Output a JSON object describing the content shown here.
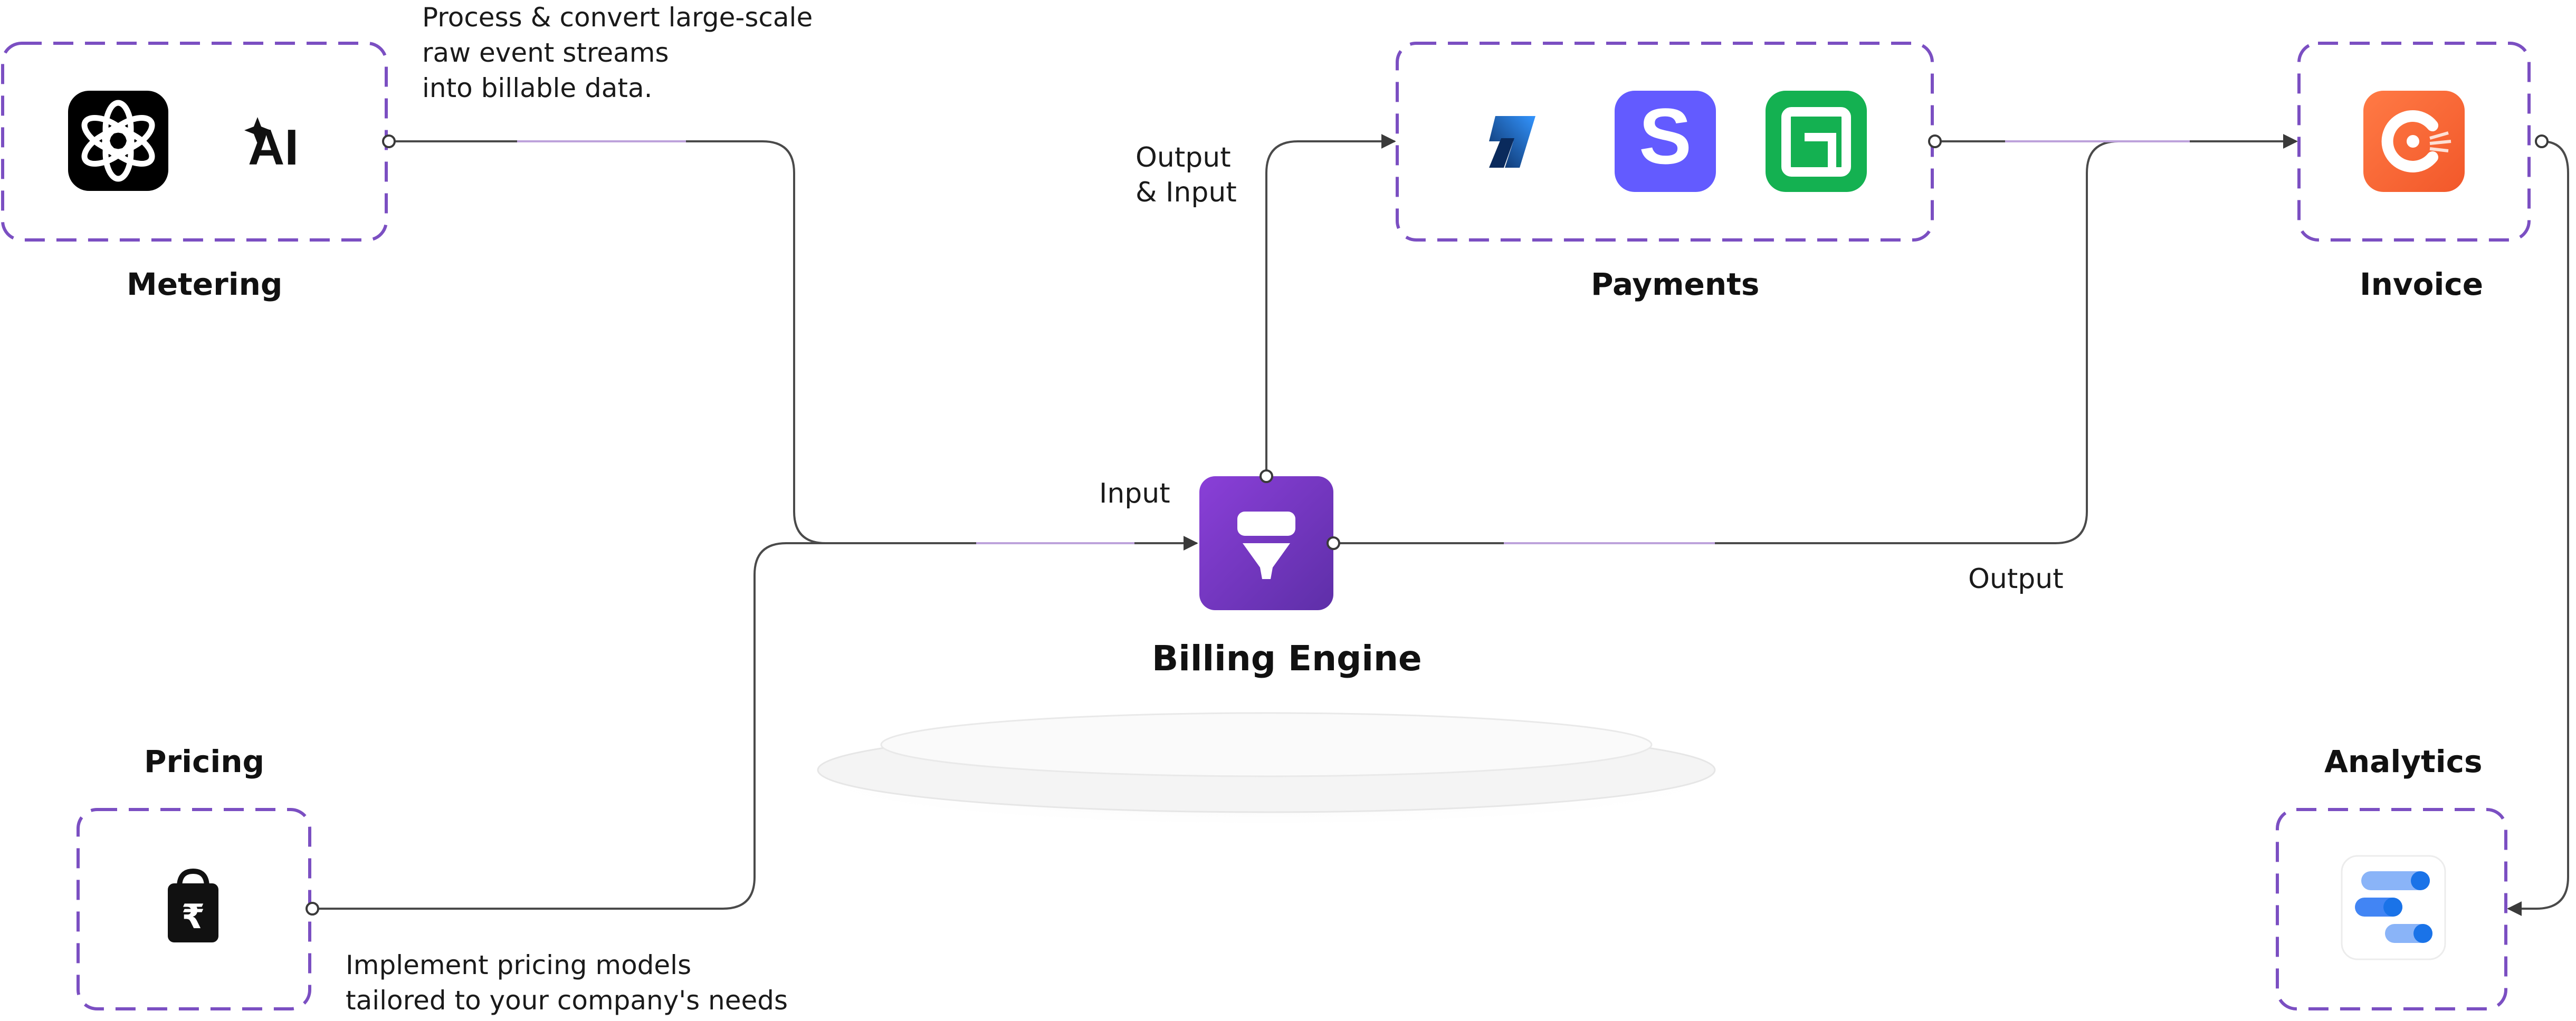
{
  "sections": {
    "metering": {
      "title": "Metering",
      "note": [
        "Process & convert large-scale",
        "raw event streams",
        "into billable data."
      ],
      "icons": [
        "openai-logo-icon",
        "ai-sparkle-icon"
      ],
      "ai_text": "AI"
    },
    "payments": {
      "title": "Payments",
      "icons": [
        "razorpay-logo-icon",
        "stripe-logo-icon",
        "adyen-logo-icon"
      ],
      "stripe_letter": "S"
    },
    "invoice": {
      "title": "Invoice",
      "icons": [
        "chargebee-logo-icon"
      ]
    },
    "pricing": {
      "title": "Pricing",
      "note": [
        "Implement pricing models",
        "tailored to your company's needs"
      ],
      "icons": [
        "rupee-shopping-bag-icon"
      ],
      "currency_symbol": "₹"
    },
    "analytics": {
      "title": "Analytics",
      "icons": [
        "looker-studio-icon"
      ]
    }
  },
  "engine": {
    "title": "Billing Engine",
    "icon": "funnel-icon"
  },
  "edge_labels": {
    "output_input": [
      "Output",
      "& Input"
    ],
    "input": "Input",
    "output": "Output"
  },
  "colors": {
    "dashed_border": "#7B4FC2",
    "engine_gradient_start": "#8A3FD8",
    "engine_gradient_end": "#5E2FA8",
    "stripe": "#635BFF",
    "adyen": "#14B151",
    "chargebee": "#FF6B35",
    "razorpay": "#2B84EA",
    "looker": "#4285F4",
    "connector": "#4a4a4a"
  }
}
